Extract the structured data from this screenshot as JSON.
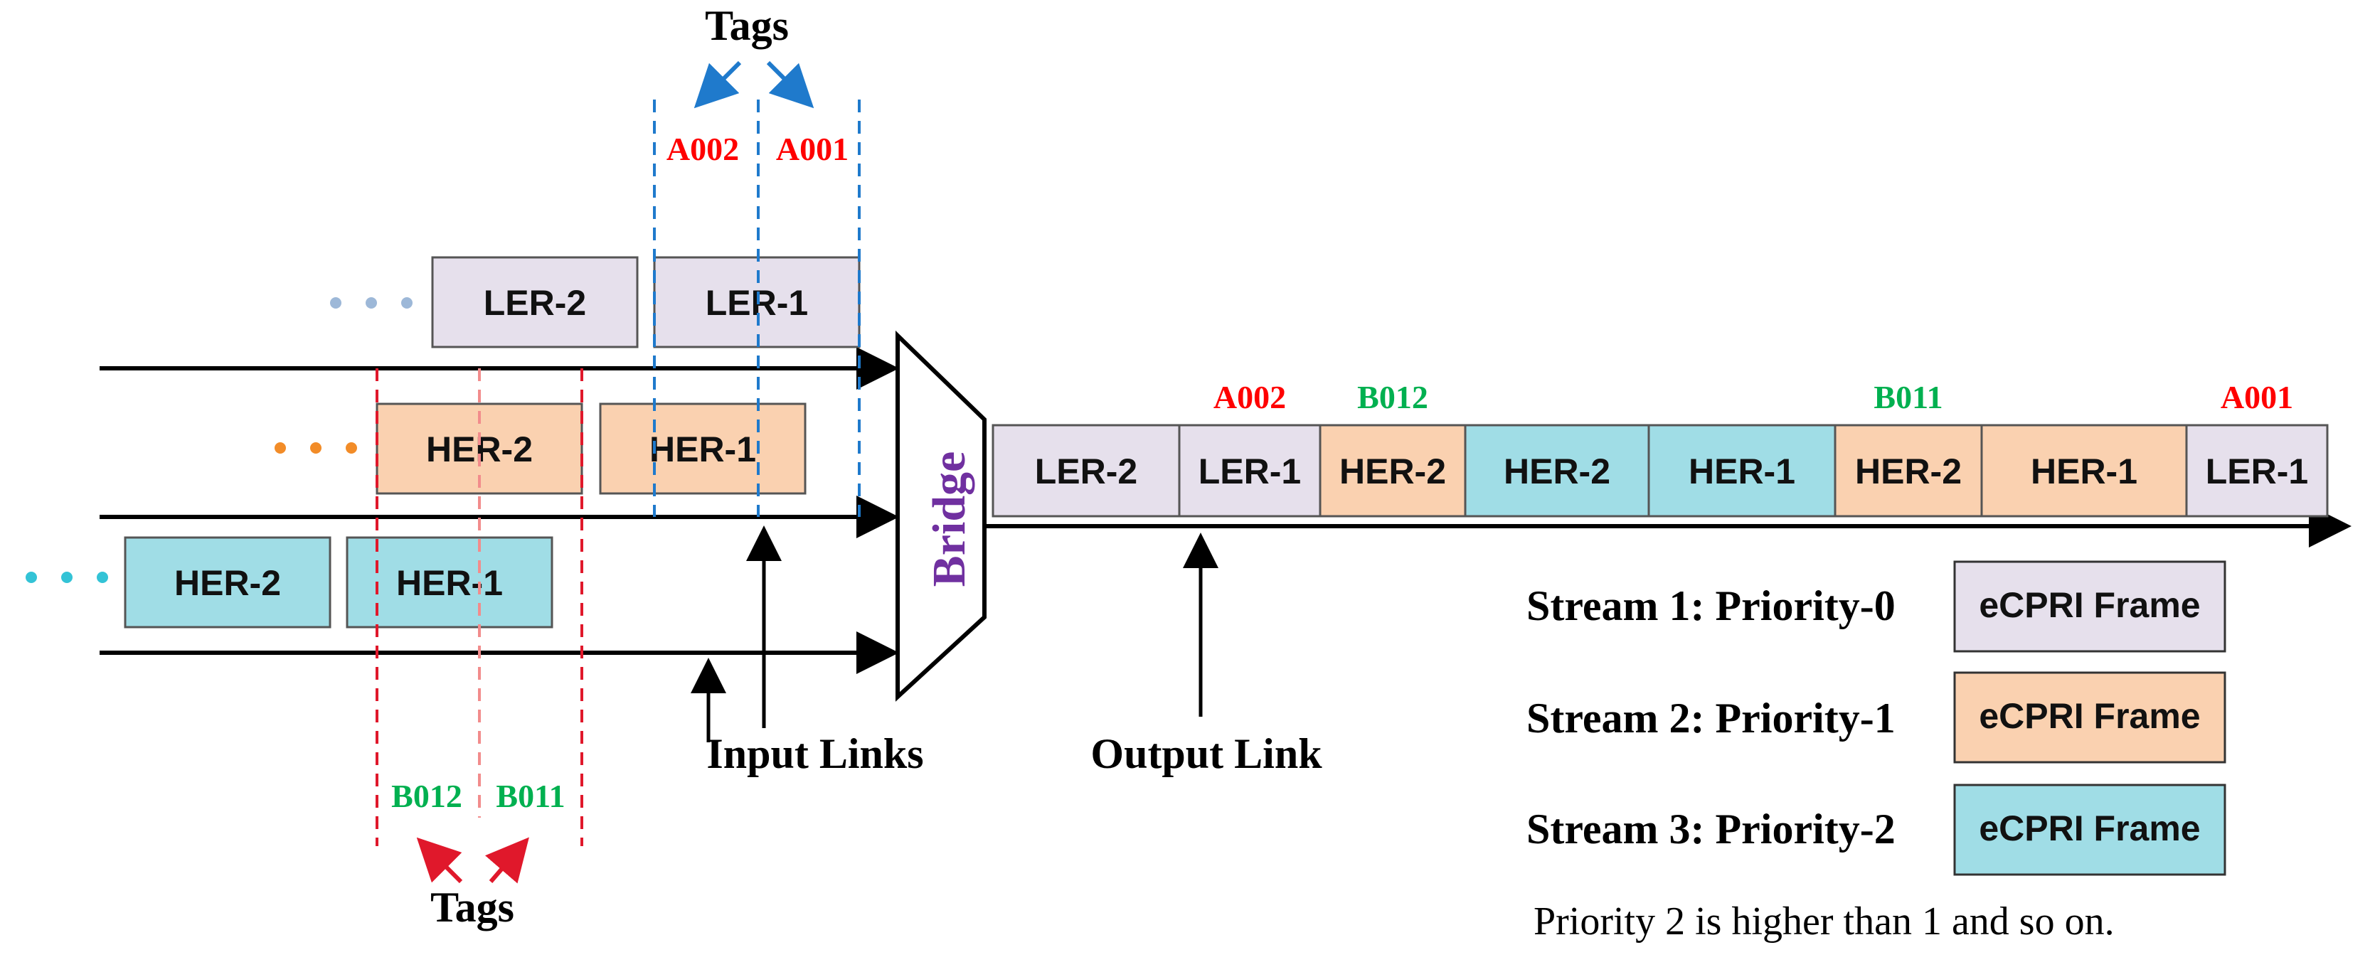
{
  "colors": {
    "priority0": "#E6E0EC",
    "priority1": "#FAD1B0",
    "priority2": "#A0DDE6",
    "tag_a": "#FF0000",
    "tag_b": "#00B050",
    "blue_lines": "#1F7ACC",
    "red_lines": "#E0182B",
    "bridge_label": "#7030A0",
    "dots_lavender": "#9DB8D8",
    "dots_orange": "#F28C28",
    "dots_cyan": "#33C3D6"
  },
  "input": {
    "stream1_frames": [
      "LER-2",
      "LER-1"
    ],
    "stream2_frames": [
      "HER-2",
      "HER-1"
    ],
    "stream3_frames": [
      "HER-2",
      "HER-1"
    ]
  },
  "tags": {
    "title": "Tags",
    "a002": "A002",
    "a001": "A001",
    "b012": "B012",
    "b011": "B011"
  },
  "labels": {
    "bridge": "Bridge",
    "input_links": "Input Links",
    "output_link": "Output Link"
  },
  "output": {
    "frames": [
      {
        "label": "LER-2",
        "stream": "priority0"
      },
      {
        "label": "LER-1",
        "stream": "priority0",
        "tag": "A002"
      },
      {
        "label": "HER-2",
        "stream": "priority1",
        "tag": "B012"
      },
      {
        "label": "HER-2",
        "stream": "priority2"
      },
      {
        "label": "HER-1",
        "stream": "priority2"
      },
      {
        "label": "HER-2",
        "stream": "priority1",
        "tag": "B011"
      },
      {
        "label": "HER-1",
        "stream": "priority1"
      },
      {
        "label": "LER-1",
        "stream": "priority0",
        "tag": "A001"
      }
    ]
  },
  "legend": {
    "items": [
      {
        "label": "Stream 1: Priority-0",
        "box": "eCPRI Frame",
        "stream": "priority0"
      },
      {
        "label": "Stream 2: Priority-1",
        "box": "eCPRI Frame",
        "stream": "priority1"
      },
      {
        "label": "Stream 3: Priority-2",
        "box": "eCPRI Frame",
        "stream": "priority2"
      }
    ],
    "note": "Priority 2 is higher than 1 and so on."
  }
}
